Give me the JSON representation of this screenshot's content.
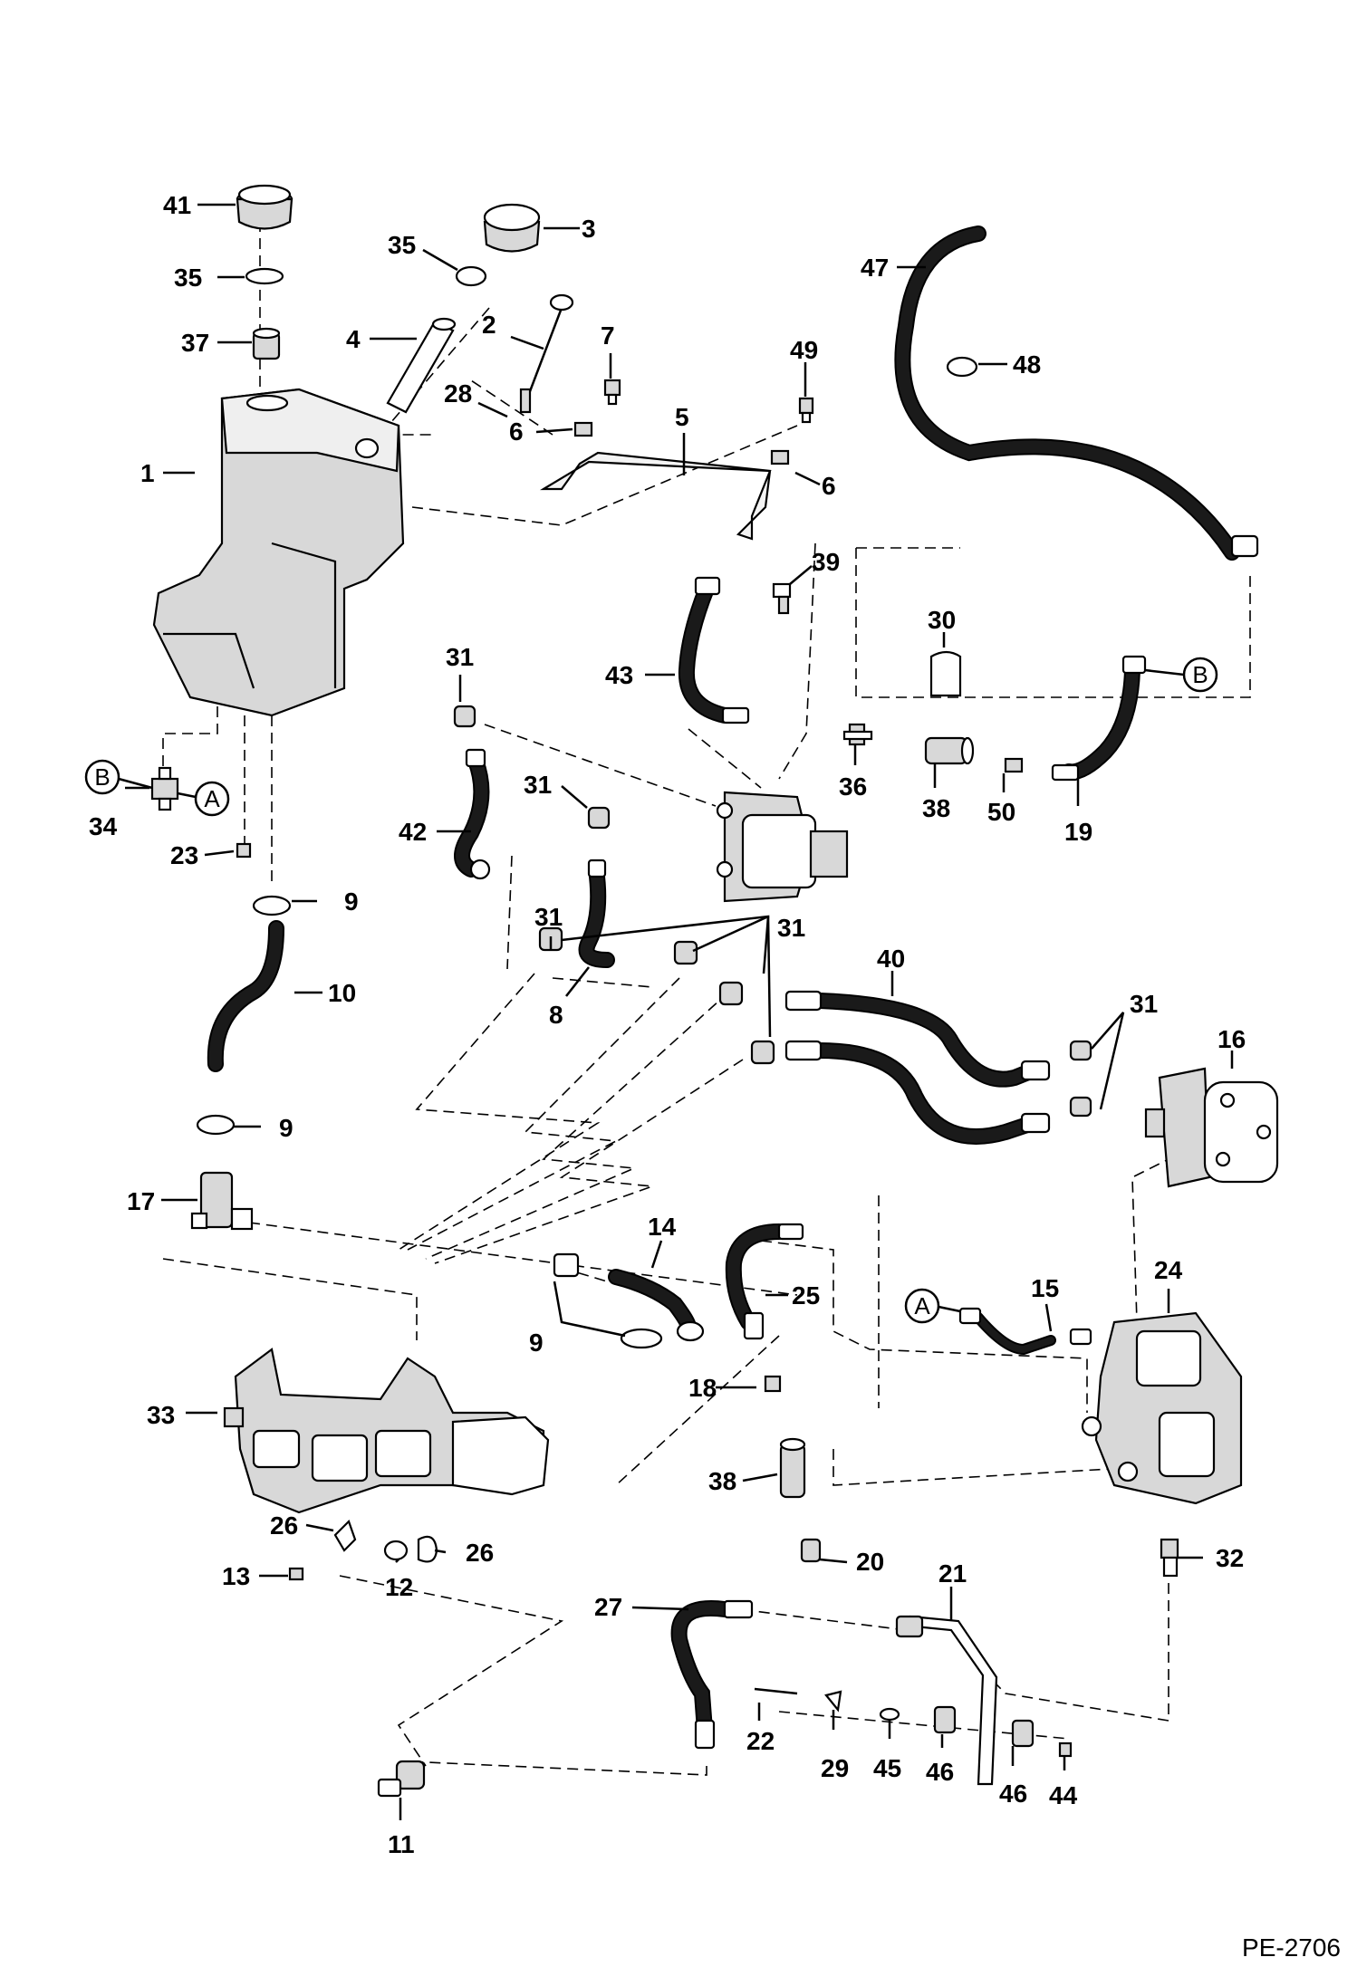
{
  "doc_id": "PE-2706",
  "callouts": [
    {
      "id": "c41",
      "label": "41"
    },
    {
      "id": "c35a",
      "label": "35"
    },
    {
      "id": "c37",
      "label": "37"
    },
    {
      "id": "c1",
      "label": "1"
    },
    {
      "id": "c35b",
      "label": "35"
    },
    {
      "id": "c3",
      "label": "3"
    },
    {
      "id": "c4",
      "label": "4"
    },
    {
      "id": "c2",
      "label": "2"
    },
    {
      "id": "c7",
      "label": "7"
    },
    {
      "id": "c28",
      "label": "28"
    },
    {
      "id": "c6a",
      "label": "6"
    },
    {
      "id": "c5",
      "label": "5"
    },
    {
      "id": "c49",
      "label": "49"
    },
    {
      "id": "c6b",
      "label": "6"
    },
    {
      "id": "c47",
      "label": "47"
    },
    {
      "id": "c48",
      "label": "48"
    },
    {
      "id": "c39",
      "label": "39"
    },
    {
      "id": "c30",
      "label": "30"
    },
    {
      "id": "c43",
      "label": "43"
    },
    {
      "id": "c31a",
      "label": "31"
    },
    {
      "id": "c34",
      "label": "34"
    },
    {
      "id": "c23",
      "label": "23"
    },
    {
      "id": "c36",
      "label": "36"
    },
    {
      "id": "c38a",
      "label": "38"
    },
    {
      "id": "c50",
      "label": "50"
    },
    {
      "id": "c19",
      "label": "19"
    },
    {
      "id": "c31b",
      "label": "31"
    },
    {
      "id": "c42",
      "label": "42"
    },
    {
      "id": "c9a",
      "label": "9"
    },
    {
      "id": "c31c",
      "label": "31"
    },
    {
      "id": "c31d",
      "label": "31"
    },
    {
      "id": "c10",
      "label": "10"
    },
    {
      "id": "c40",
      "label": "40"
    },
    {
      "id": "c8",
      "label": "8"
    },
    {
      "id": "c31e",
      "label": "31"
    },
    {
      "id": "c16",
      "label": "16"
    },
    {
      "id": "c9b",
      "label": "9"
    },
    {
      "id": "c17",
      "label": "17"
    },
    {
      "id": "c14",
      "label": "14"
    },
    {
      "id": "c24",
      "label": "24"
    },
    {
      "id": "c25",
      "label": "25"
    },
    {
      "id": "c15",
      "label": "15"
    },
    {
      "id": "c9c",
      "label": "9"
    },
    {
      "id": "c33",
      "label": "33"
    },
    {
      "id": "c18",
      "label": "18"
    },
    {
      "id": "c38b",
      "label": "38"
    },
    {
      "id": "c26a",
      "label": "26"
    },
    {
      "id": "c26b",
      "label": "26"
    },
    {
      "id": "c13",
      "label": "13"
    },
    {
      "id": "c12",
      "label": "12"
    },
    {
      "id": "c20",
      "label": "20"
    },
    {
      "id": "c32",
      "label": "32"
    },
    {
      "id": "c21",
      "label": "21"
    },
    {
      "id": "c27",
      "label": "27"
    },
    {
      "id": "c22",
      "label": "22"
    },
    {
      "id": "c29",
      "label": "29"
    },
    {
      "id": "c45",
      "label": "45"
    },
    {
      "id": "c46a",
      "label": "46"
    },
    {
      "id": "c46b",
      "label": "46"
    },
    {
      "id": "c44",
      "label": "44"
    },
    {
      "id": "c11",
      "label": "11"
    }
  ],
  "refs": {
    "b1": "B",
    "a1": "A",
    "b2": "B",
    "a2": "A"
  }
}
